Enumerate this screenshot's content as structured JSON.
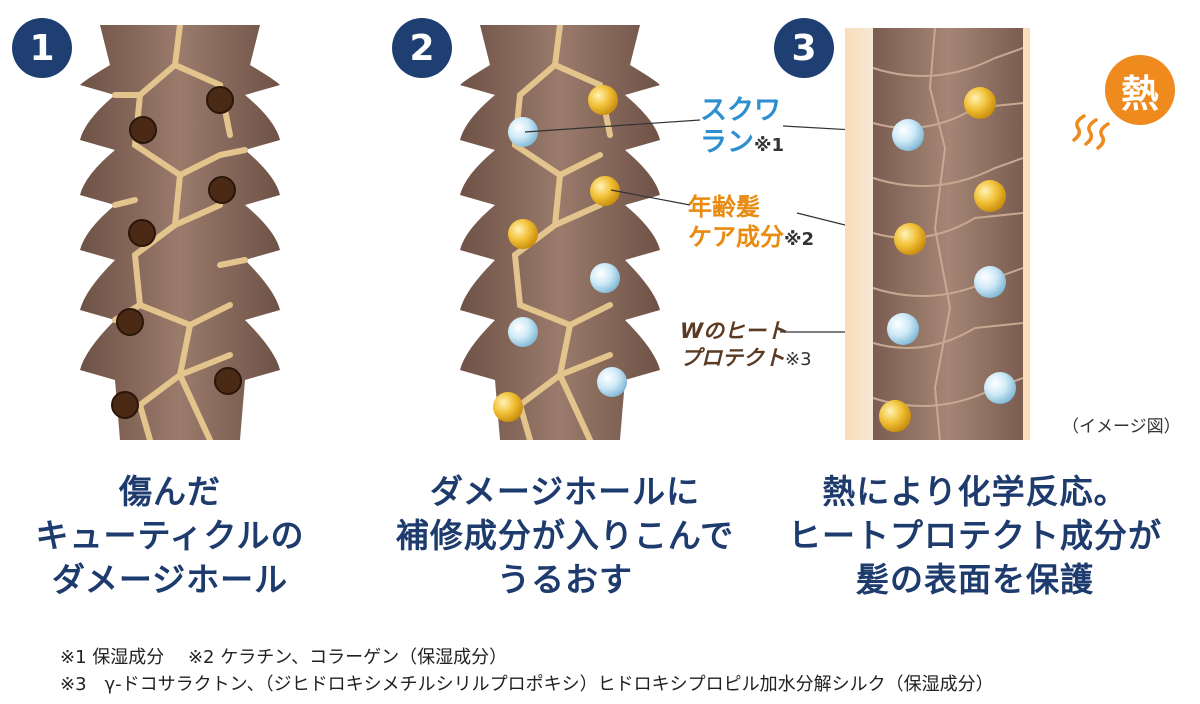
{
  "steps": [
    {
      "number": "1",
      "caption": [
        "傷んだ",
        "キューティクルの",
        "ダメージホール"
      ]
    },
    {
      "number": "2",
      "caption": [
        "ダメージホールに",
        "補修成分が入りこんで",
        "うるおす"
      ]
    },
    {
      "number": "3",
      "caption": [
        "熱により化学反応。",
        "ヒートプロテクト成分が",
        "髪の表面を保護"
      ]
    }
  ],
  "labels": {
    "squalane": [
      "スクワ",
      "ラン"
    ],
    "squalane_note": "※1",
    "aging_care": [
      "年齢髪",
      "ケア成分"
    ],
    "aging_care_note": "※2",
    "heat_protect": [
      "Wのヒート",
      "プロテクト"
    ],
    "heat_protect_note": "※3"
  },
  "heat_badge": "熱",
  "image_note": "（イメージ図）",
  "footnotes": [
    "※1 保湿成分　 ※2 ケラチン、コラーゲン（保湿成分）",
    "※3　γ-ドコサラクトン、（ジヒドロキシメチルシリルプロポキシ）ヒドロキシプロピル加水分解シルク（保湿成分）"
  ],
  "colors": {
    "navy": "#1f3f73",
    "hair": "#8a6a5c",
    "crack": "#e3c48d",
    "orange": "#ef8a1f",
    "blue_label": "#2d8fd0",
    "orange_label": "#e88b10"
  }
}
